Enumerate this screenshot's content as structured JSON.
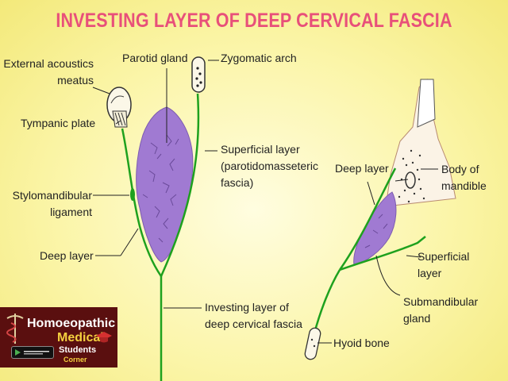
{
  "title": "INVESTING LAYER OF DEEP CERVICAL FASCIA",
  "colors": {
    "title": "#e8507a",
    "fascia": "#1ea11e",
    "parotid": "#a07ad2",
    "logo_bg": "#5a0f0f"
  },
  "labels": {
    "external_acoustic_meatus": [
      "External acoustics",
      "meatus"
    ],
    "parotid_gland": "Parotid gland",
    "zygomatic_arch": "Zygomatic arch",
    "tympanic_plate": "Tympanic plate",
    "superficial_layer_parotid": [
      "Superficial layer",
      "(parotidomasseteric",
      "fascia)"
    ],
    "stylomandibular_ligament": [
      "Stylomandibular",
      "ligament"
    ],
    "deep_layer_left": "Deep layer",
    "investing_layer": [
      "Investing layer of",
      "deep cervical fascia"
    ],
    "deep_layer_right": "Deep layer",
    "body_of_mandible": [
      "Body of",
      "mandible"
    ],
    "superficial_layer_right": [
      "Superficial",
      "layer"
    ],
    "submandibular_gland": [
      "Submandibular",
      "gland"
    ],
    "hyoid_bone": "Hyoid bone"
  },
  "logo": {
    "line1": "Homoeopathic",
    "line2": "Medical",
    "line3": "Students",
    "line4": "Corner",
    "icons": [
      "caduceus-icon",
      "google-play-icon",
      "graduation-cap-icon"
    ]
  }
}
